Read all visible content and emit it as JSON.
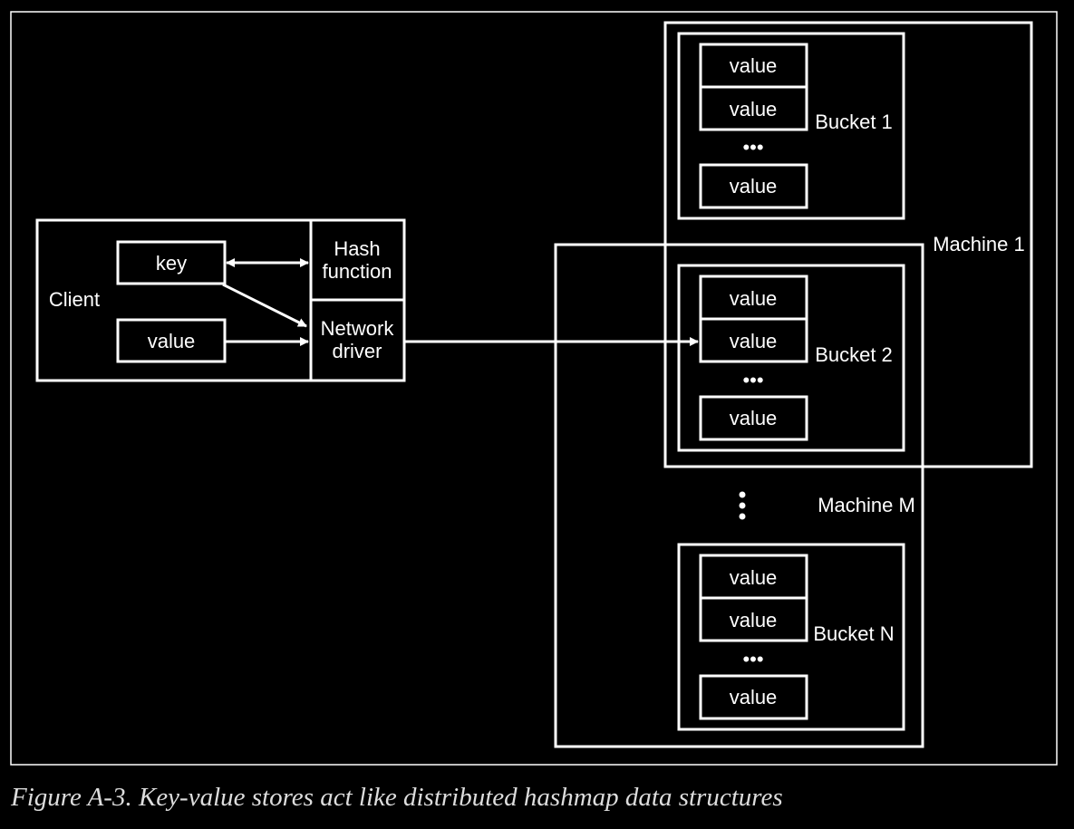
{
  "diagram": {
    "client": {
      "label": "Client",
      "key_label": "key",
      "value_label": "value",
      "hash_line1": "Hash",
      "hash_line2": "function",
      "driver_line1": "Network",
      "driver_line2": "driver"
    },
    "machines": [
      {
        "label": "Machine 1"
      },
      {
        "label": "Machine M"
      }
    ],
    "buckets": [
      {
        "label": "Bucket 1",
        "values": [
          "value",
          "value",
          "value"
        ],
        "ellipsis": "•••"
      },
      {
        "label": "Bucket 2",
        "values": [
          "value",
          "value",
          "value"
        ],
        "ellipsis": "•••"
      },
      {
        "label": "Bucket N",
        "values": [
          "value",
          "value",
          "value"
        ],
        "ellipsis": "•••"
      }
    ]
  },
  "caption": "Figure A-3. Key-value stores act like distributed hashmap data structures"
}
